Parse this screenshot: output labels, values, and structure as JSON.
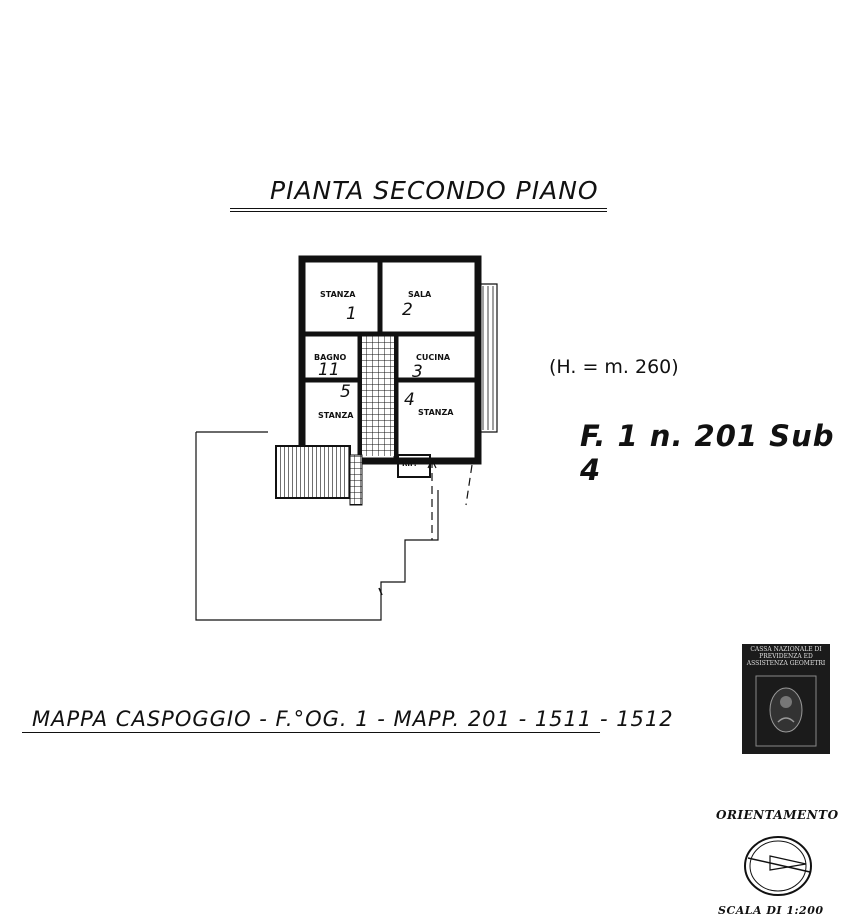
{
  "drawing": {
    "title": "PIANTA SECONDO PIANO",
    "height_note": "(H. = m. 260)",
    "cadastral_ref": "F. 1 n. 201 Sub 4",
    "mappa_line": "MAPPA CASPOGGIO - F.°OG. 1 - MAPP. 201 - 1511 - 1512",
    "orientation_label": "ORIENTAMENTO",
    "scale_label": "SCALA DI 1:200"
  },
  "rooms": [
    {
      "id": "room-1",
      "label": "STANZA",
      "number": "1"
    },
    {
      "id": "room-2",
      "label": "SALA",
      "number": "2"
    },
    {
      "id": "room-3",
      "label": "CUCINA",
      "number": "3"
    },
    {
      "id": "room-4",
      "label": "STANZA",
      "number": "4"
    },
    {
      "id": "room-5",
      "label": "STANZA",
      "number": "5"
    },
    {
      "id": "bath",
      "label": "BAGNO",
      "number": "11"
    },
    {
      "id": "storage",
      "label": "RIP.",
      "number": ""
    }
  ],
  "stamp": {
    "text": "CASSA NAZIONALE DI PREVIDENZA ED ASSISTENZA GEOMETRI"
  },
  "colors": {
    "ink": "#111111",
    "paper": "#ffffff",
    "stamp": "#1b1b1b"
  }
}
